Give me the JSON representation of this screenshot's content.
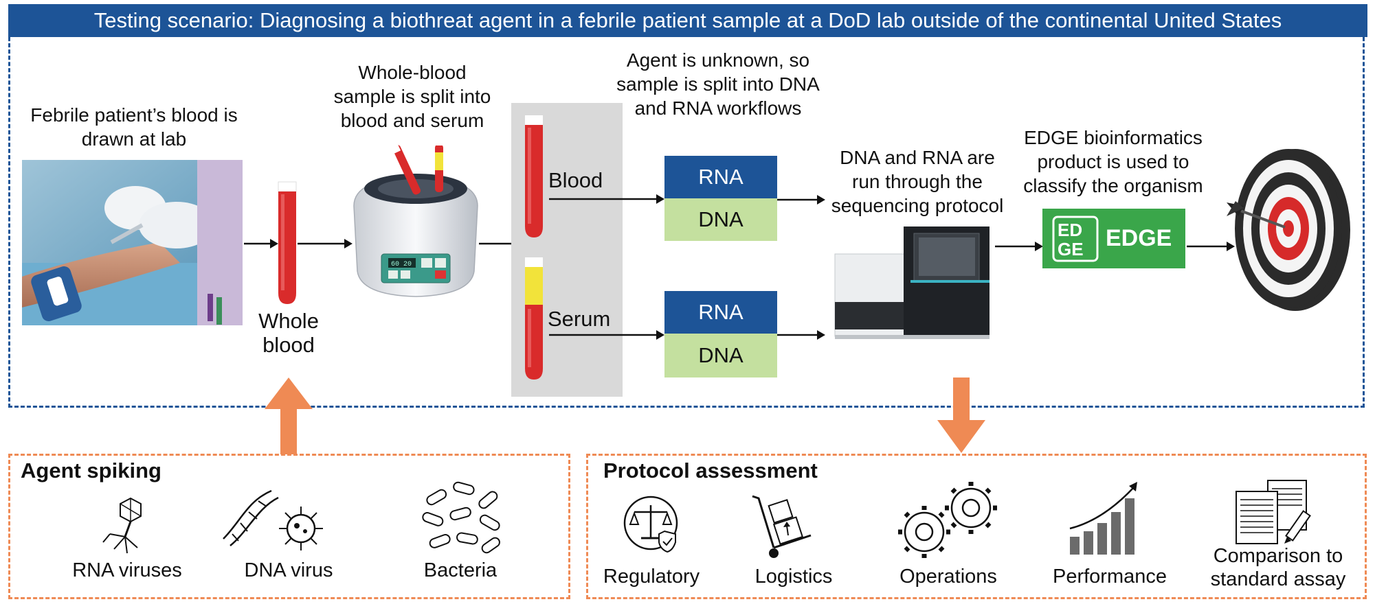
{
  "title": "Testing scenario: Diagnosing a biothreat agent in a febrile patient sample at a DoD lab outside of the continental United States",
  "steps": {
    "draw": {
      "line1": "Febrile patient’s blood is",
      "line2": "drawn at lab"
    },
    "whole_blood": {
      "line1": "Whole",
      "line2": "blood"
    },
    "split": {
      "line1": "Whole-blood",
      "line2": "sample is split into",
      "line3": "blood and serum"
    },
    "blood_label": "Blood",
    "serum_label": "Serum",
    "unknown": {
      "line1": "Agent is unknown, so",
      "line2": "sample is split into DNA",
      "line3": "and RNA workflows"
    },
    "rna": "RNA",
    "dna": "DNA",
    "sequencing": {
      "line1": "DNA and RNA are",
      "line2": "run through the",
      "line3": "sequencing protocol"
    },
    "edge_caption": {
      "line1": "EDGE bioinformatics",
      "line2": "product is used to",
      "line3": "classify the organism"
    },
    "edge_logo_mark": {
      "top": "ED",
      "bottom": "GE"
    },
    "edge_logo_text": "EDGE",
    "centrifuge_display": "60 20"
  },
  "agent_spiking": {
    "title": "Agent spiking",
    "items": [
      {
        "label": "RNA viruses",
        "icon": "phage-icon"
      },
      {
        "label": "DNA virus",
        "icon": "dna-virus-icon"
      },
      {
        "label": "Bacteria",
        "icon": "bacteria-icon"
      }
    ]
  },
  "protocol_assessment": {
    "title": "Protocol assessment",
    "items": [
      {
        "label": "Regulatory",
        "icon": "scales-shield-icon"
      },
      {
        "label": "Logistics",
        "icon": "hand-truck-icon"
      },
      {
        "label": "Operations",
        "icon": "gears-icon"
      },
      {
        "label": "Performance",
        "icon": "bar-chart-growth-icon"
      },
      {
        "label_line1": "Comparison to",
        "label_line2": "standard assay",
        "icon": "documents-pen-icon"
      }
    ]
  },
  "colors": {
    "header_blue": "#1d5497",
    "orange": "#ef8a54",
    "rna_blue": "#1d5497",
    "dna_green": "#c4e09f",
    "edge_green": "#3aa64a",
    "blood_red": "#d92b2b",
    "serum_yellow": "#f2e33a"
  }
}
